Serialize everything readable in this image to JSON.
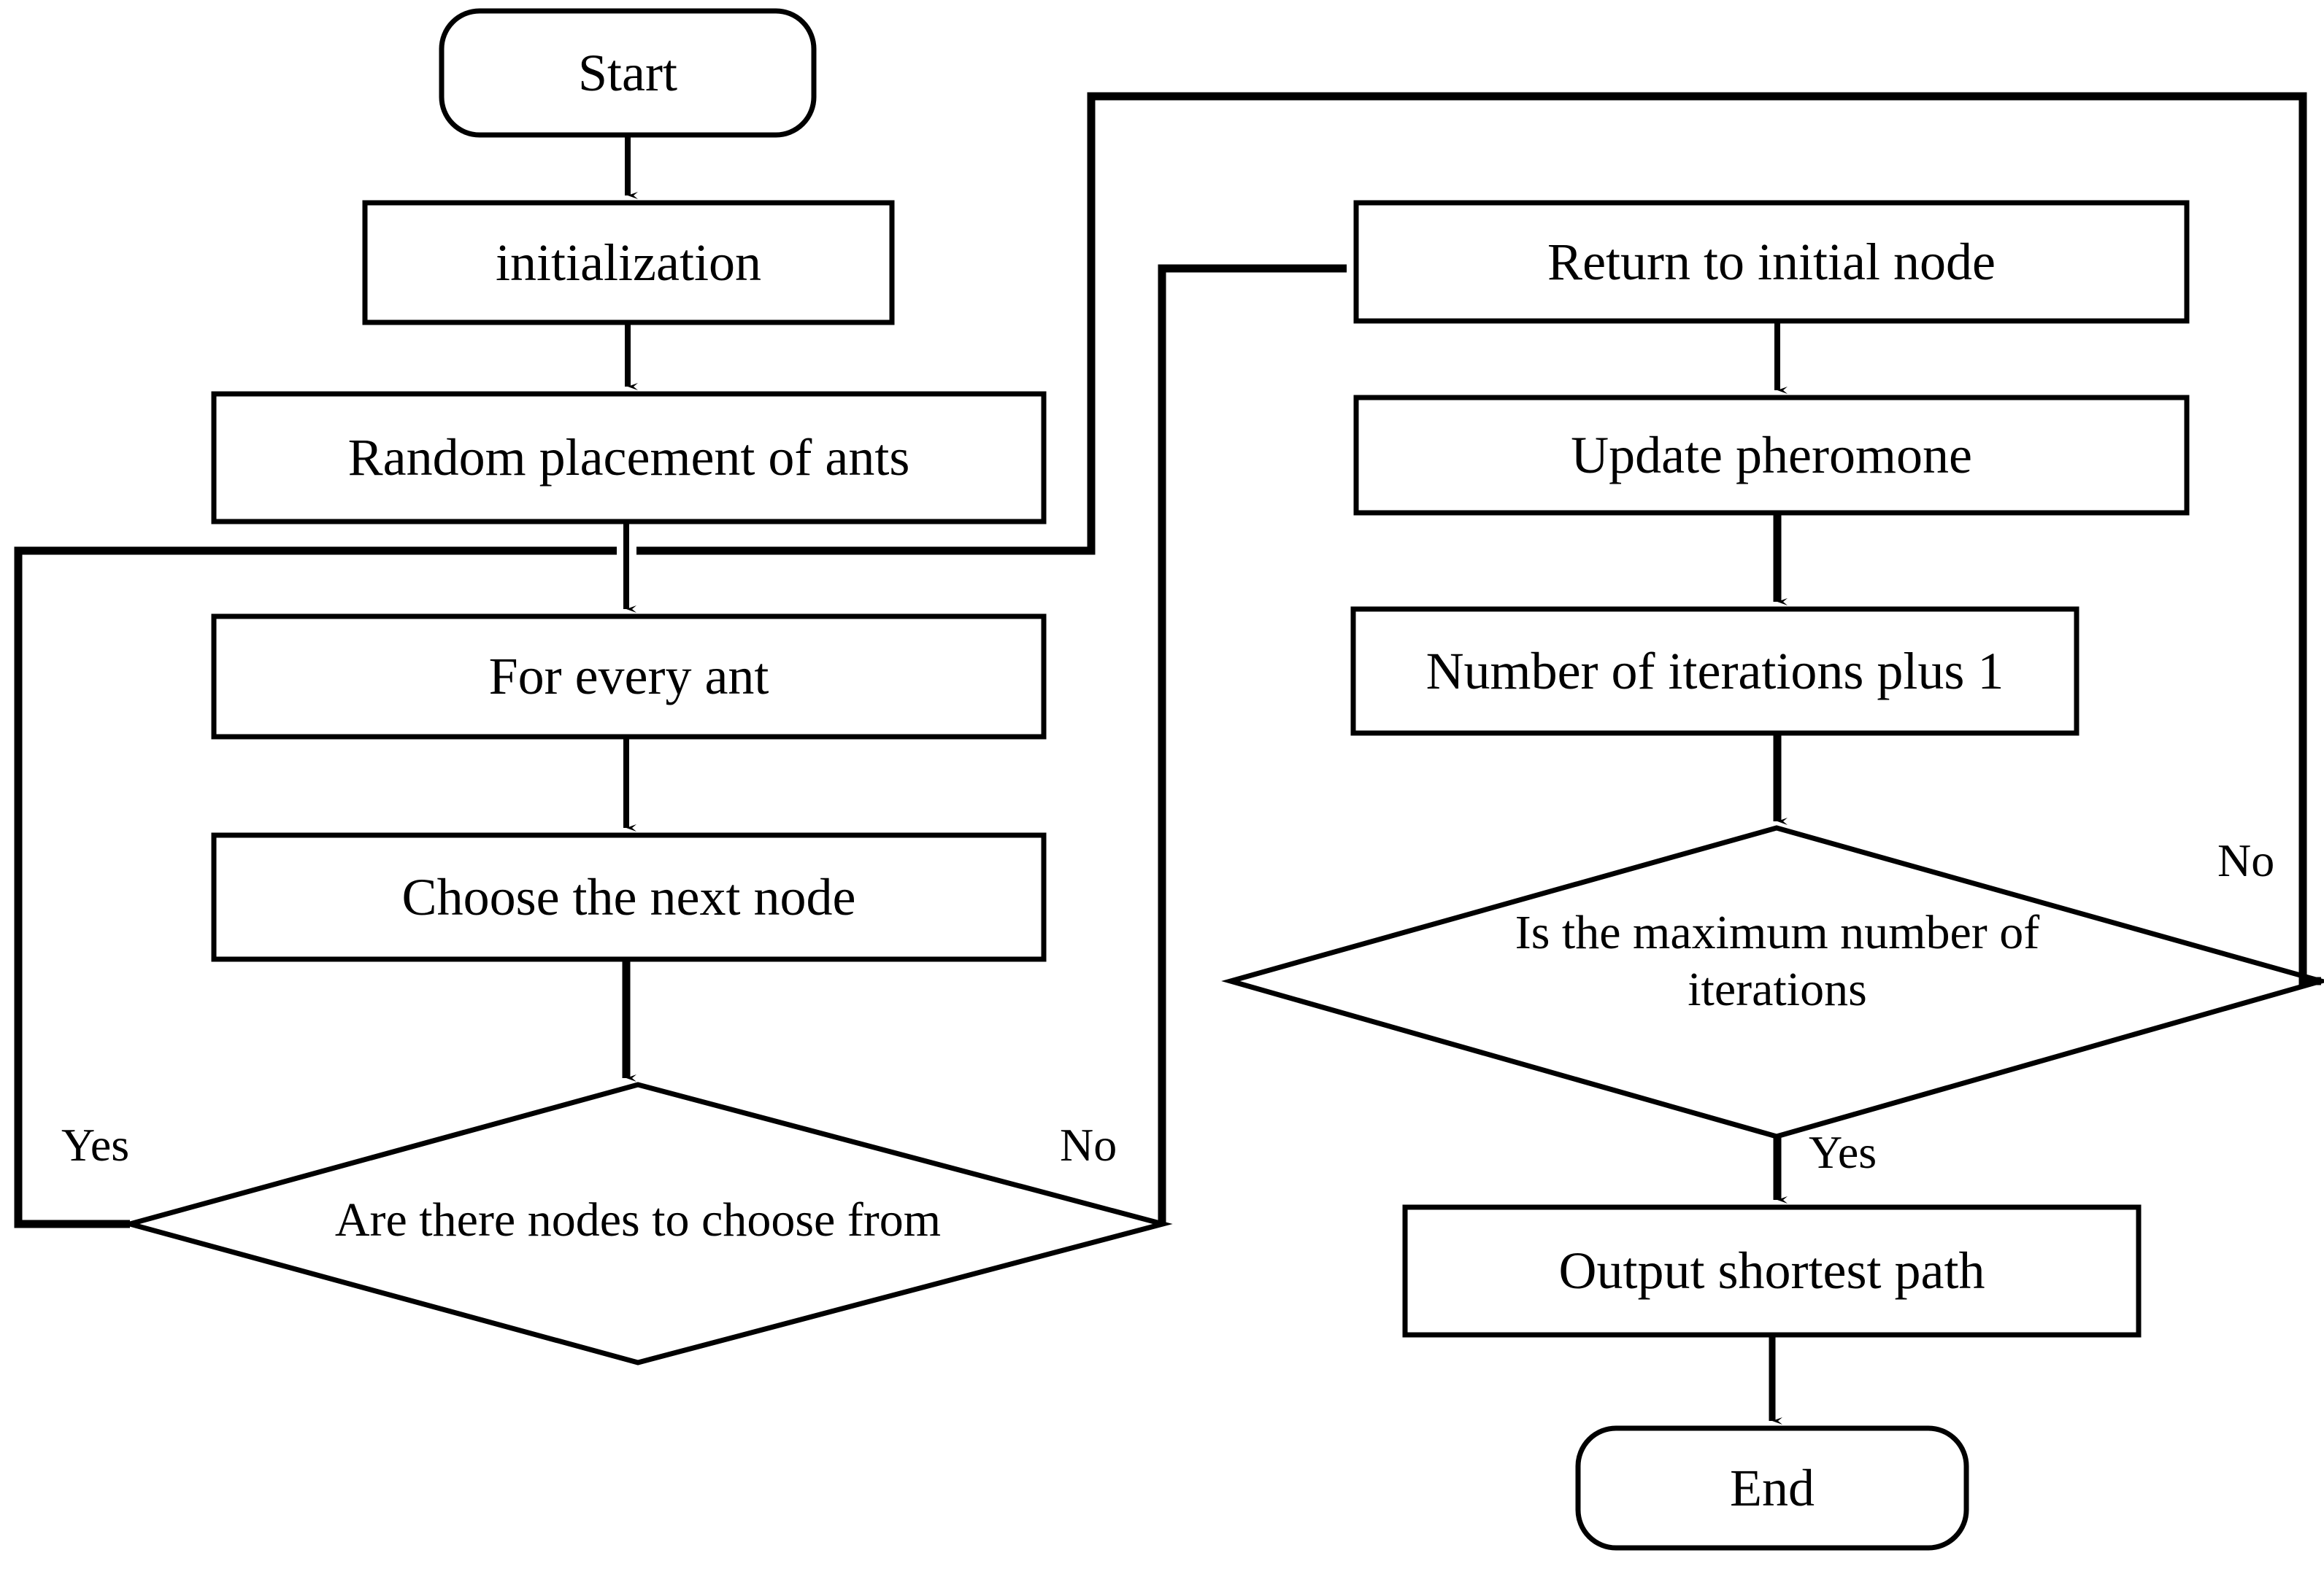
{
  "diagram": {
    "title": "Ant colony optimization algorithm flowchart",
    "stroke_color": "#000000",
    "fill_color": "#ffffff",
    "background": "#ffffff"
  },
  "nodes": {
    "start": {
      "label": "Start",
      "shape": "rounded-terminator"
    },
    "initialization": {
      "label": "initialization",
      "shape": "rectangle"
    },
    "random_placement": {
      "label": "Random placement of ants",
      "shape": "rectangle"
    },
    "for_every_ant": {
      "label": "For every ant",
      "shape": "rectangle"
    },
    "choose_next_node": {
      "label": "Choose the next node",
      "shape": "rectangle"
    },
    "nodes_available_decision": {
      "label": "Are there nodes to choose from",
      "shape": "diamond"
    },
    "return_initial_node": {
      "label": "Return to initial node",
      "shape": "rectangle"
    },
    "update_pheromone": {
      "label": "Update pheromone",
      "shape": "rectangle"
    },
    "iterations_plus_one": {
      "label": "Number of iterations plus 1",
      "shape": "rectangle"
    },
    "max_iterations_decision": {
      "label": "Is the maximum number of\niterations",
      "shape": "diamond"
    },
    "output_shortest_path": {
      "label": "Output shortest path",
      "shape": "rectangle"
    },
    "end": {
      "label": "End",
      "shape": "rounded-terminator"
    }
  },
  "edge_labels": {
    "nodes_available_yes": "Yes",
    "nodes_available_no": "No",
    "max_iterations_yes": "Yes",
    "max_iterations_no": "No"
  },
  "edges": [
    {
      "from": "start",
      "to": "initialization",
      "label": ""
    },
    {
      "from": "initialization",
      "to": "random_placement",
      "label": ""
    },
    {
      "from": "random_placement",
      "to": "for_every_ant",
      "label": ""
    },
    {
      "from": "for_every_ant",
      "to": "choose_next_node",
      "label": ""
    },
    {
      "from": "choose_next_node",
      "to": "nodes_available_decision",
      "label": ""
    },
    {
      "from": "nodes_available_decision",
      "to": "for_every_ant",
      "label": "Yes"
    },
    {
      "from": "nodes_available_decision",
      "to": "return_initial_node",
      "label": "No"
    },
    {
      "from": "return_initial_node",
      "to": "update_pheromone",
      "label": ""
    },
    {
      "from": "update_pheromone",
      "to": "iterations_plus_one",
      "label": ""
    },
    {
      "from": "iterations_plus_one",
      "to": "max_iterations_decision",
      "label": ""
    },
    {
      "from": "max_iterations_decision",
      "to": "output_shortest_path",
      "label": "Yes"
    },
    {
      "from": "max_iterations_decision",
      "to": "for_every_ant",
      "label": "No"
    },
    {
      "from": "output_shortest_path",
      "to": "end",
      "label": ""
    }
  ]
}
